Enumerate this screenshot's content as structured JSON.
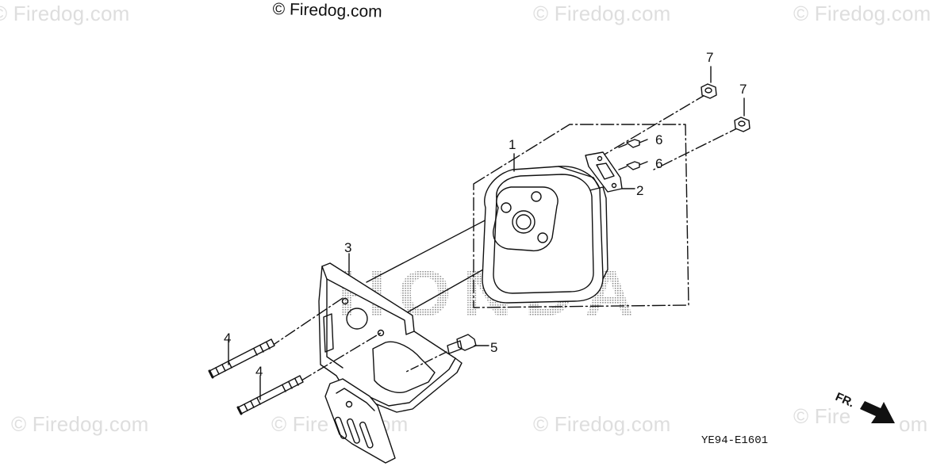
{
  "watermarks": {
    "top_left": "© Firedog.com",
    "top_main": "© Firedog.com",
    "top_right_a": "© Firedog.com",
    "top_right_b": "© Firedog.com",
    "bottom_left": "© Firedog.com",
    "bottom_mid_a": "© Fire",
    "bottom_mid_a_tail": "om",
    "bottom_mid_b": "© Firedog.com",
    "bottom_right": "© Fire",
    "bottom_right_tail": "om"
  },
  "background_brand": "HONDA",
  "callouts": [
    "7",
    "7",
    "1",
    "6",
    "6",
    "2",
    "3",
    "4",
    "4",
    "5"
  ],
  "front_indicator": "FR.",
  "diagram_code": "YE94-E1601",
  "colors": {
    "ink": "#111111",
    "watermark": "#dedede",
    "honda_halftone": "#b9b9b9"
  }
}
